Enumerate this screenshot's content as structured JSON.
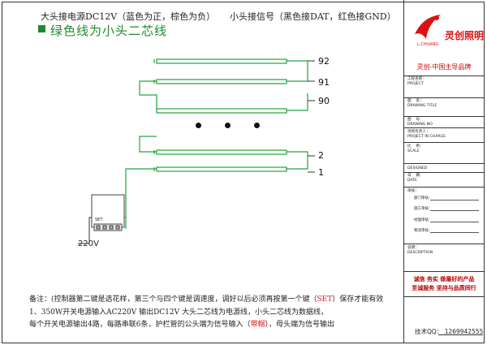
{
  "header": {
    "left_text": "大头接电源DC12V（蓝色为正，棕色为负）",
    "right_text": "小头接信号（黑色接DAT，红色接GND）"
  },
  "green_title": "绿色线为小头二芯线",
  "tube_labels": [
    "92",
    "91",
    "90",
    "2",
    "1"
  ],
  "controller": {
    "input_voltage": "220V",
    "set_label": "SET"
  },
  "notes": {
    "line1_a": "备注：(控制器第二键是选花样，第三个与四个键是调速度，调好以后必须再按第一个键（",
    "line1_set": "SET",
    "line1_b": "）保存才能有效",
    "line2": "1、350W开关电源输入AC220V      输出DC12V        大头二芯线为电源线，小头二芯线为数据线，",
    "line3_a": "每个开关电源输出4路，每路串联6条，护栏管的公头端为信号输入（",
    "line3_red": "带帽",
    "line3_b": "），母头端为信号输出"
  },
  "title_block": {
    "brand_name": "灵创照明",
    "brand_en": "L·CHUANG",
    "brand_slogan": "灵创-中国主导品牌",
    "project_label": "工程名称：\nPROJECT",
    "drawing_title_label": "图    名：\nDRAWING TITLE",
    "drawing_no_label": "图    号：\nDRAWING NO",
    "in_charge_label": "项目负责人：\nPROJECT IN CHARGE",
    "scale_label": "比    例：\nSCALE",
    "designed_label": "DESIGNED",
    "date_label": "日    期：\nDATE",
    "review_label": "审核：",
    "review_items": [
      "部门审核：",
      "施工审核：",
      "经理审核：",
      "物流审核："
    ],
    "description_label": "说明：\nDESCRIPTION",
    "slogan_line1": "诚信  务实  做最好的产品",
    "slogan_line2": "至诚服务  坚持与品质同行",
    "tech_qq": "技术QQ：  1269942555"
  },
  "colors": {
    "tube_green": "#22a33a",
    "wire_green": "#22a33a",
    "title_green": "#1c8a2a",
    "accent_red": "#dd1111"
  }
}
